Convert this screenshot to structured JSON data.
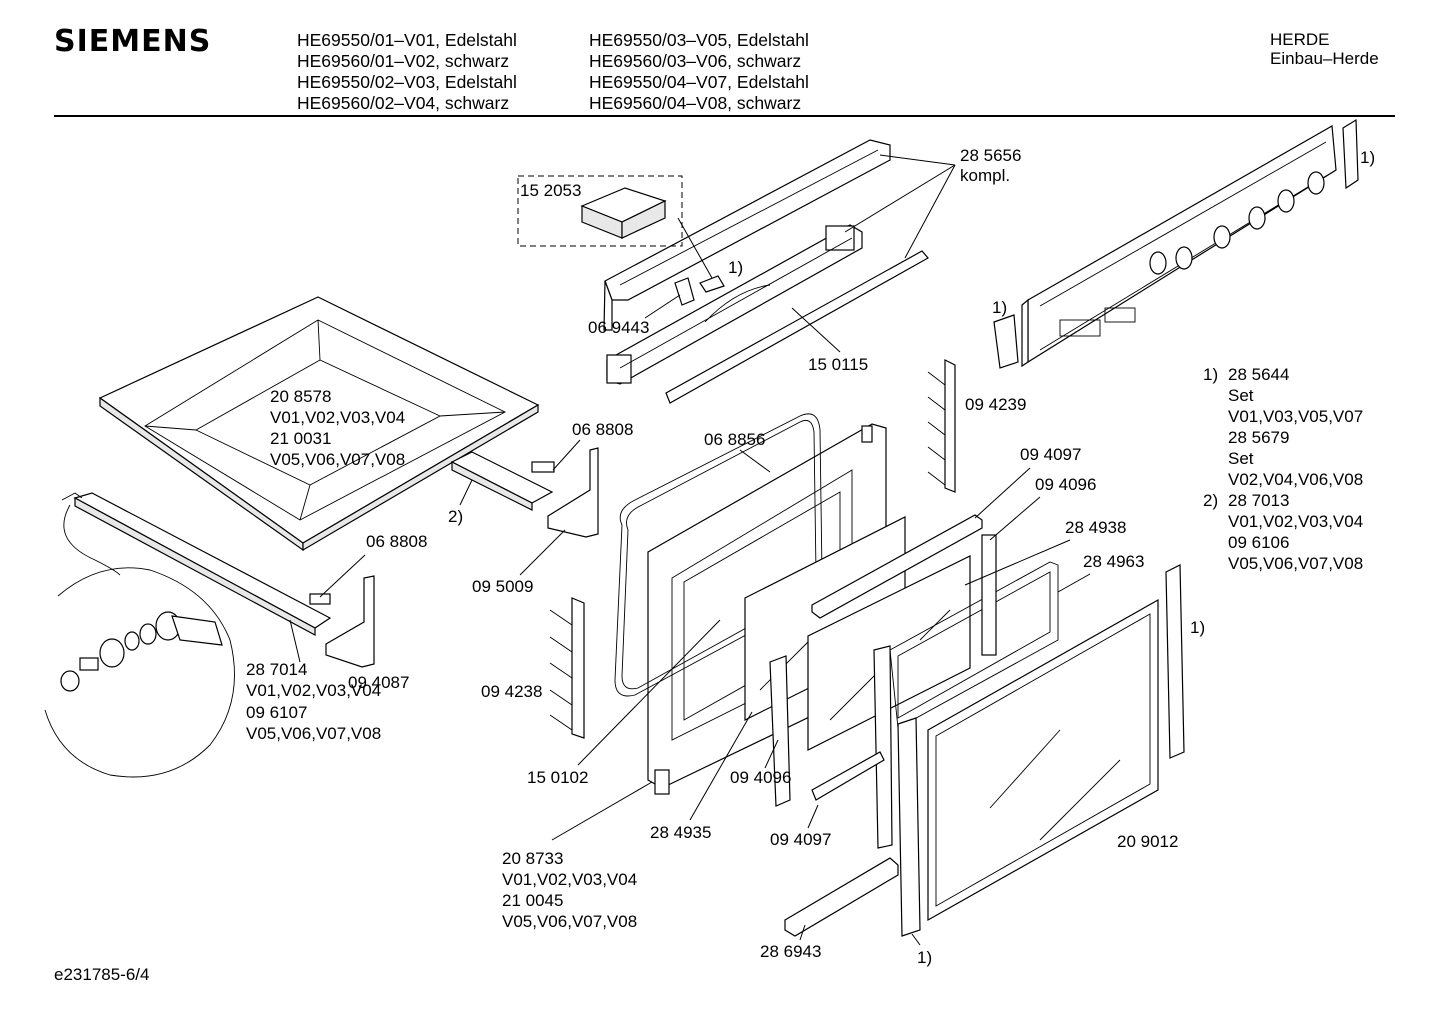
{
  "header": {
    "brand": "SIEMENS",
    "models_col1": [
      "HE69550/01–V01, Edelstahl",
      "HE69560/01–V02, schwarz",
      "HE69550/02–V03, Edelstahl",
      "HE69560/02–V04, schwarz"
    ],
    "models_col2": [
      "HE69550/03–V05, Edelstahl",
      "HE69560/03–V06, schwarz",
      "HE69550/04–V07, Edelstahl",
      "HE69560/04–V08, schwarz"
    ],
    "category": [
      "HERDE",
      "Einbau–Herde"
    ]
  },
  "labels": {
    "l152053": "15 2053",
    "l285656": [
      "28 5656",
      "kompl."
    ],
    "l1a": "1)",
    "l069443": "06 9443",
    "l150115": "15 0115",
    "l208578": [
      "20 8578",
      "V01,V02,V03,V04",
      "21 0031",
      "V05,V06,V07,V08"
    ],
    "l068808a": "06 8808",
    "l2": "2)",
    "l068808b": "06 8808",
    "l095009": "09 5009",
    "l068856": "06 8856",
    "l094239": "09 4239",
    "l1b": "1)",
    "l1c": "1)",
    "l094097a": "09 4097",
    "l094096a": "09 4096",
    "l284938": "28 4938",
    "l284963": "28 4963",
    "l1d": "1)",
    "l287014": [
      "28 7014",
      "V01,V02,V03,V04",
      "09 6107",
      "V05,V06,V07,V08"
    ],
    "l094087": "09 4087",
    "l094238": "09 4238",
    "l150102": "15 0102",
    "l094096b": "09 4096",
    "l284935": "28 4935",
    "l094097b": "09 4097",
    "l208733": [
      "20 8733",
      "V01,V02,V03,V04",
      "21 0045",
      "V05,V06,V07,V08"
    ],
    "l286943": "28 6943",
    "l1e": "1)",
    "l209012": "20 9012"
  },
  "legend": {
    "n1": "1)",
    "n2": "2)",
    "lines1": [
      "28 5644",
      "Set",
      "V01,V03,V05,V07",
      "28 5679",
      "Set",
      "V02,V04,V06,V08"
    ],
    "lines2": [
      "28 7013",
      "V01,V02,V03,V04",
      "09 6106",
      "V05,V06,V07,V08"
    ]
  },
  "footer": {
    "code": "e231785-6/4"
  }
}
